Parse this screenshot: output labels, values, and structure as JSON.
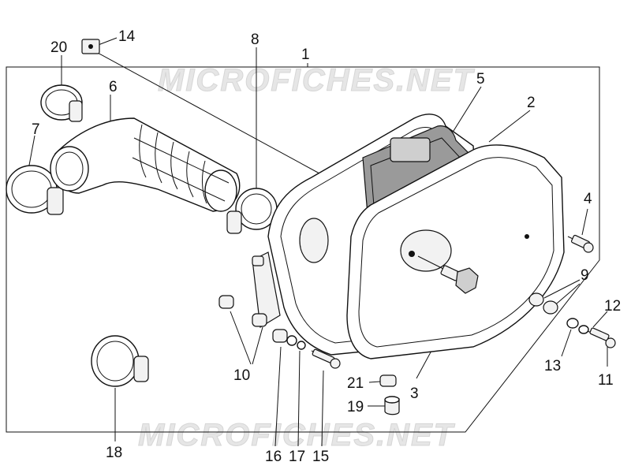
{
  "watermark": "MICROFICHES.NET",
  "callouts": {
    "c1": "1",
    "c2": "2",
    "c3": "3",
    "c4": "4",
    "c5": "5",
    "c6": "6",
    "c7": "7",
    "c8": "8",
    "c9": "9",
    "c10": "10",
    "c11": "11",
    "c12": "12",
    "c13": "13",
    "c14": "14",
    "c15": "15",
    "c16": "16",
    "c17": "17",
    "c18": "18",
    "c19": "19",
    "c20": "20",
    "c21": "21"
  }
}
